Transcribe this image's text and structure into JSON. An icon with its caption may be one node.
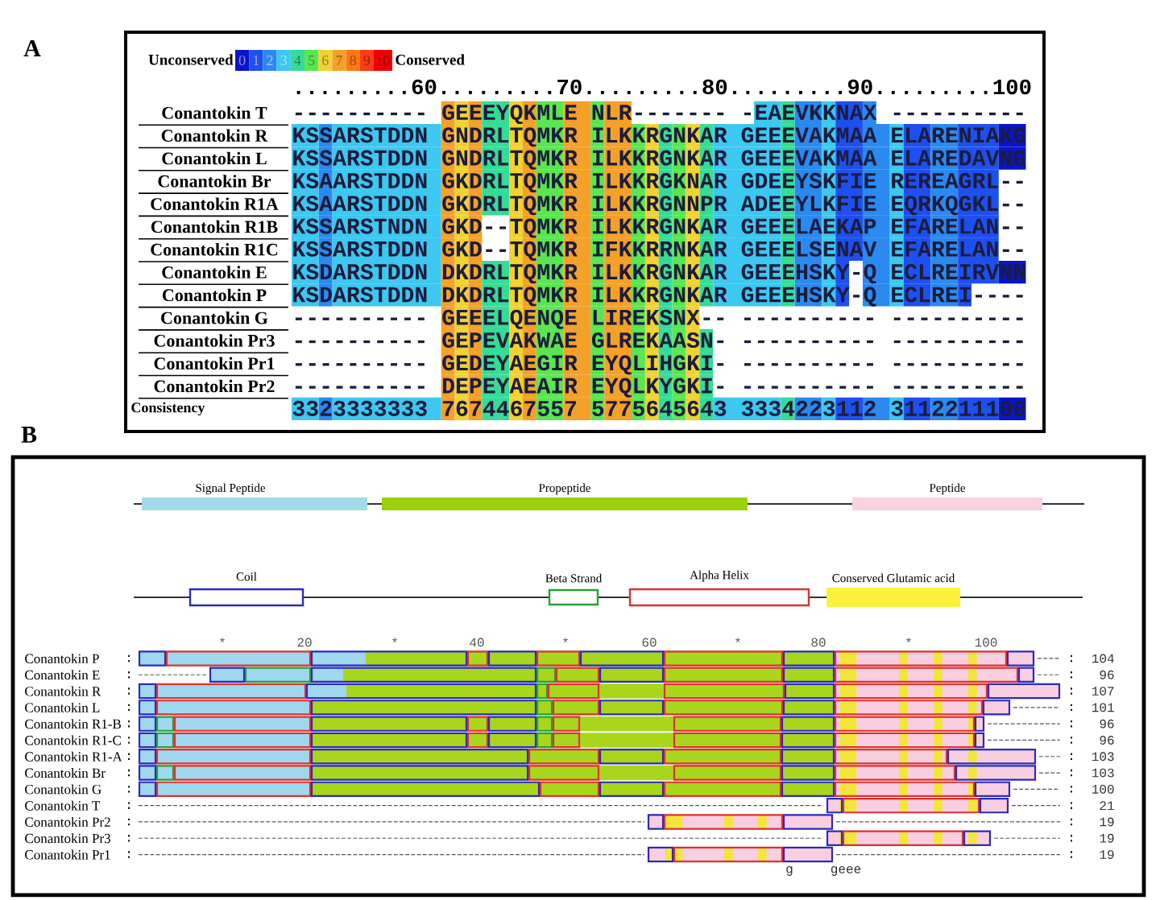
{
  "diagram": {
    "nodes": [
      {
        "text": [
          "Signal Peptide"
        ]
      },
      {
        "text": [
          "Propeptide"
        ]
      },
      {
        "text": [
          "Peptide"
        ]
      },
      {
        "text": [
          "Coil"
        ]
      },
      {
        "text": [
          "Beta Strand"
        ]
      },
      {
        "text": [
          "Alpha Helix"
        ]
      },
      {
        "text": [
          "Conserved Glutamic acid"
        ]
      }
    ],
    "labels": [
      "A",
      "Unconserved",
      "Conserved",
      ".........60.........70.........80.........90.........100",
      "Conantokin T",
      "---------- GEEEYQKMLE NLR------- -EAEVKKNAX ----------",
      "Conantokin R",
      "KSSARSTDDN GNDRLTQMKR ILKKRGNKAR GEEEVAKMAA ELARENIAKG",
      "Conantokin L",
      "KSSARSTDDN GNDRLTQMKR ILKKRGNKAR GEEEVAKMAA ELAREDAVNG",
      "Conantokin Br",
      "KSAARSTDDN GKDRLTQMKR ILKKRGKNAR GDEEYSKFIE REREAGRL--",
      "Conantokin R1A",
      "KSAARSTDDN GKDRLTQMKR ILKKRGNNPR ADEEYLKFIE EQRKQGKL--",
      "Conantokin R1B",
      "KSSARSTNDN GKD--TQMKR ILKKRGNKAR GEEELAEKAP EFARELAN--",
      "Conantokin R1C",
      "KSSARSTDDN GKD--TQMKR IFKKRRNKAR GEEELSENAV EFARELAN--",
      "Conantokin E",
      "KSDARSTDDN DKDRLTQMKR ILKKRGNKAR GEEEHSKY-Q ECLREIRVNN",
      "Conantokin P",
      "KSDARSTDDN DKDRLTQMKR ILKKRGNKAR GEEEHSKY-Q ECLREI----",
      "Conantokin G",
      "---------- GEEELQENQE LIREKSNX-- ---------- ----------",
      "Conantokin Pr3",
      "---------- GEPEVAKWAE GLREKAASN- ---------- ----------",
      "Conantokin Pr1",
      "---------- GEDEYAEGIR EYQLIHGKI- ---------- ----------",
      "Conantokin Pr2",
      "---------- DEPEYAEAIR EYQLKYGKI- ---------- ----------",
      "Consistency",
      "3323333333 7674467557 5775645643 3334223112 3112211100",
      "B",
      "*",
      "20",
      "*",
      "40",
      "*",
      "60",
      "*",
      "80",
      "*",
      "100",
      "Conantokin P",
      ":",
      ":",
      "104",
      "Conantokin E",
      ":",
      ":",
      "96",
      "Conantokin R",
      ":",
      ":",
      "107",
      "Conantokin L",
      ":",
      ":",
      "101",
      "Conantokin R1-B",
      ":",
      ":",
      "96",
      "Conantokin R1-C",
      ":",
      ":",
      "96",
      "Conantokin R1-A",
      ":",
      ":",
      "103",
      "Conantokin Br",
      ":",
      ":",
      "103",
      "Conantokin G",
      ":",
      ":",
      "100",
      "Conantokin T",
      ":",
      ":",
      "21",
      "Conantokin Pr2",
      ":",
      ":",
      "19",
      "Conantokin Pr3",
      ":",
      ":",
      "19",
      "Conantokin Pr1",
      ":",
      ":",
      "19",
      "g",
      "geee"
    ],
    "legend": [
      {
        "text": "0",
        "color": "#0a14c8"
      },
      {
        "text": "1",
        "color": "#1e50f0"
      },
      {
        "text": "2",
        "color": "#2a8af0"
      },
      {
        "text": "3",
        "color": "#3cc8f0"
      },
      {
        "text": "4",
        "color": "#36dc96"
      },
      {
        "text": "5",
        "color": "#5ae650"
      },
      {
        "text": "6",
        "color": "#f0d232"
      },
      {
        "text": "7",
        "color": "#f5a028"
      },
      {
        "text": "8",
        "color": "#ff7814"
      },
      {
        "text": "9",
        "color": "#ff3c14"
      },
      {
        "text": "10",
        "color": "#f00000"
      }
    ]
  }
}
